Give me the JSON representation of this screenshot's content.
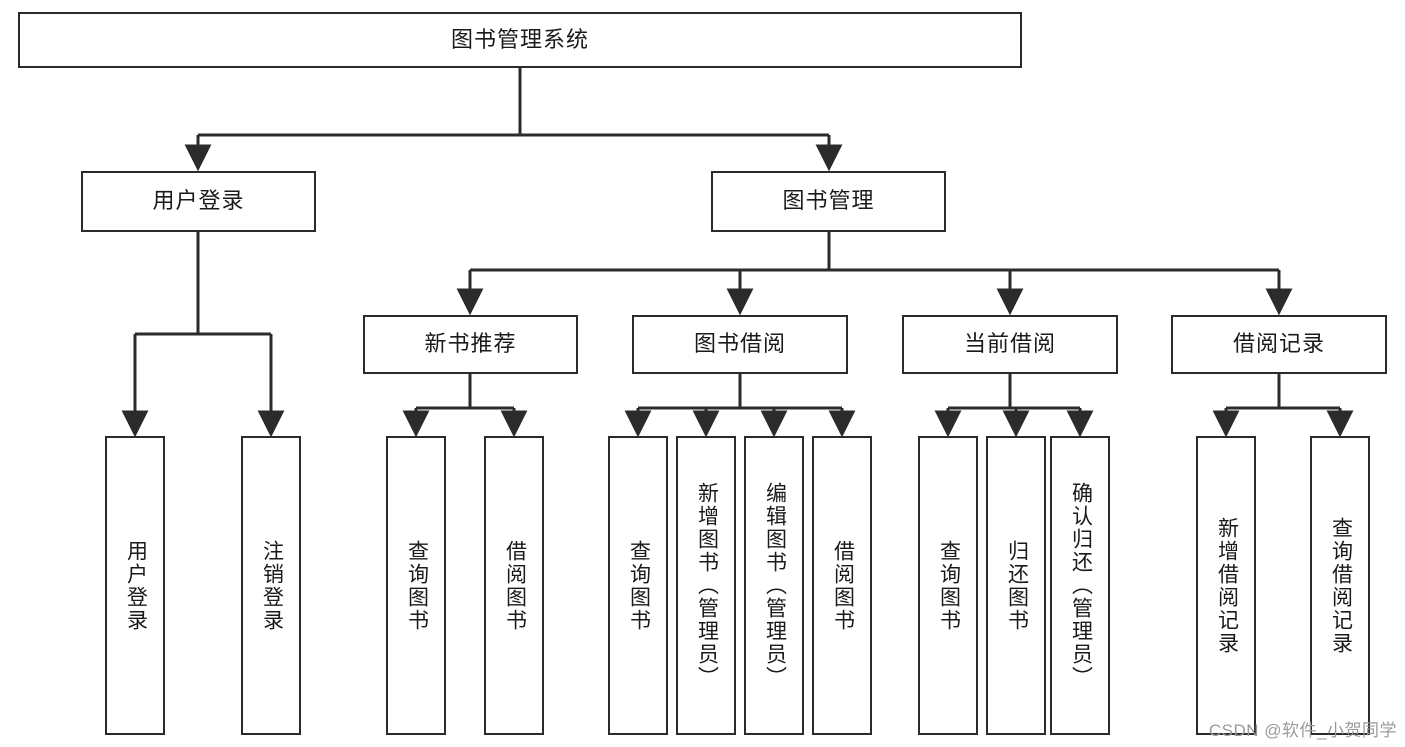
{
  "diagram": {
    "title": "图书管理系统",
    "type": "hierarchy-tree",
    "orientation": "top-down",
    "colors": {
      "box_border": "#2b2b2b",
      "box_fill": "#ffffff",
      "connector": "#2b2b2b",
      "text": "#1a1a1a",
      "watermark": "#9a9a9a"
    },
    "levels": [
      {
        "level": 1,
        "nodes": [
          {
            "id": "root",
            "label": "图书管理系统",
            "orientation": "horizontal"
          }
        ]
      },
      {
        "level": 2,
        "nodes": [
          {
            "id": "user-login",
            "label": "用户登录",
            "orientation": "horizontal",
            "parent": "root"
          },
          {
            "id": "book-management",
            "label": "图书管理",
            "orientation": "horizontal",
            "parent": "root"
          }
        ]
      },
      {
        "level": 3,
        "nodes": [
          {
            "id": "new-book-recommend",
            "label": "新书推荐",
            "orientation": "horizontal",
            "parent": "book-management"
          },
          {
            "id": "book-borrow",
            "label": "图书借阅",
            "orientation": "horizontal",
            "parent": "book-management"
          },
          {
            "id": "current-borrow",
            "label": "当前借阅",
            "orientation": "horizontal",
            "parent": "book-management"
          },
          {
            "id": "borrow-record",
            "label": "借阅记录",
            "orientation": "horizontal",
            "parent": "book-management"
          }
        ]
      },
      {
        "level": 4,
        "nodes": [
          {
            "id": "leaf-user-login",
            "label": "用户登录",
            "orientation": "vertical",
            "parent": "user-login"
          },
          {
            "id": "leaf-logout",
            "label": "注销登录",
            "orientation": "vertical",
            "parent": "user-login"
          },
          {
            "id": "leaf-query-book-1",
            "label": "查询图书",
            "orientation": "vertical",
            "parent": "new-book-recommend"
          },
          {
            "id": "leaf-borrow-book-1",
            "label": "借阅图书",
            "orientation": "vertical",
            "parent": "new-book-recommend"
          },
          {
            "id": "leaf-query-book-2",
            "label": "查询图书",
            "orientation": "vertical",
            "parent": "book-borrow"
          },
          {
            "id": "leaf-add-book",
            "label": "新增图书（管理员）",
            "orientation": "vertical",
            "parent": "book-borrow"
          },
          {
            "id": "leaf-edit-book",
            "label": "编辑图书（管理员）",
            "orientation": "vertical",
            "parent": "book-borrow"
          },
          {
            "id": "leaf-borrow-book-2",
            "label": "借阅图书",
            "orientation": "vertical",
            "parent": "book-borrow"
          },
          {
            "id": "leaf-query-book-3",
            "label": "查询图书",
            "orientation": "vertical",
            "parent": "current-borrow"
          },
          {
            "id": "leaf-return-book",
            "label": "归还图书",
            "orientation": "vertical",
            "parent": "current-borrow"
          },
          {
            "id": "leaf-confirm-return",
            "label": "确认归还（管理员）",
            "orientation": "vertical",
            "parent": "current-borrow"
          },
          {
            "id": "leaf-add-record",
            "label": "新增借阅记录",
            "orientation": "vertical",
            "parent": "borrow-record"
          },
          {
            "id": "leaf-query-record",
            "label": "查询借阅记录",
            "orientation": "vertical",
            "parent": "borrow-record"
          }
        ]
      }
    ]
  },
  "watermark": {
    "text": "CSDN @软件_小贺同学"
  }
}
